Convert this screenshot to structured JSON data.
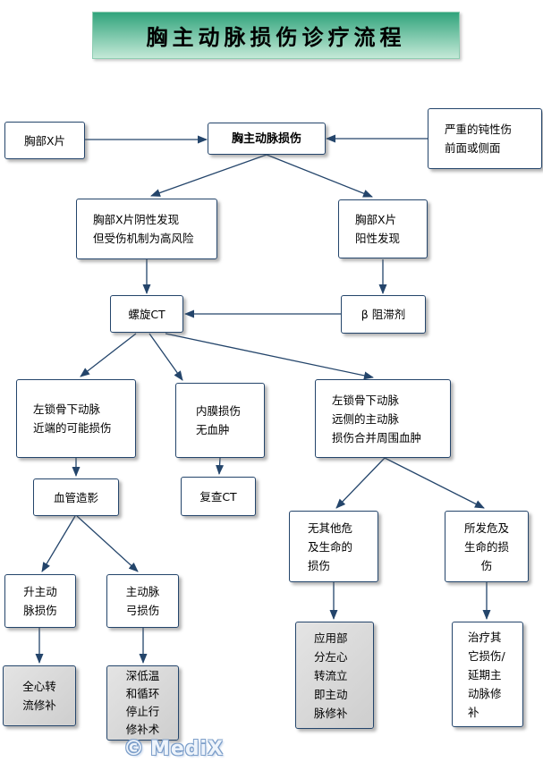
{
  "title": "胸主动脉损伤诊疗流程",
  "watermark": {
    "symbol": "©",
    "text": "MediX"
  },
  "colors": {
    "banner_top": "#31a47c",
    "banner_bottom": "#c4e9d7",
    "line": "#24456b",
    "gray_box_fill": "#d6d6d6",
    "watermark_outline": "#7d9fca"
  },
  "nodes": {
    "chest_xray": "胸部X片",
    "aortic_injury": "胸主动脉损伤",
    "severe_blunt": "严重的钝性伤\n前面或侧面",
    "xray_negative": "胸部X片阴性发现\n但受伤机制为高风险",
    "xray_positive": "胸部X片\n阳性发现",
    "spiral_ct": "螺旋CT",
    "beta_blocker": "β 阻滞剂",
    "subclavian_proximal": "左锁骨下动脉\n近端的可能损伤",
    "intimal_injury": "内膜损伤\n无血肿",
    "subclavian_distal": "左锁骨下动脉\n远侧的主动脉\n损伤合并周围血肿",
    "angiography": "血管造影",
    "repeat_ct": "复查CT",
    "no_other_injury": "无其他危\n及生命的\n损伤",
    "life_threatening": "所发危及\n生命的损\n伤",
    "ascending_injury": "升主动\n脉损伤",
    "arch_injury": "主动脉\n弓损伤",
    "total_bypass": "全心转\n流修补",
    "deep_hypothermia": "深低温\n和循环\n停止行\n修补术",
    "partial_bypass": "应用部\n分左心\n转流立\n即主动\n脉修补",
    "treat_other": "治疗其\n它损伤/\n延期主\n动脉修\n补"
  }
}
